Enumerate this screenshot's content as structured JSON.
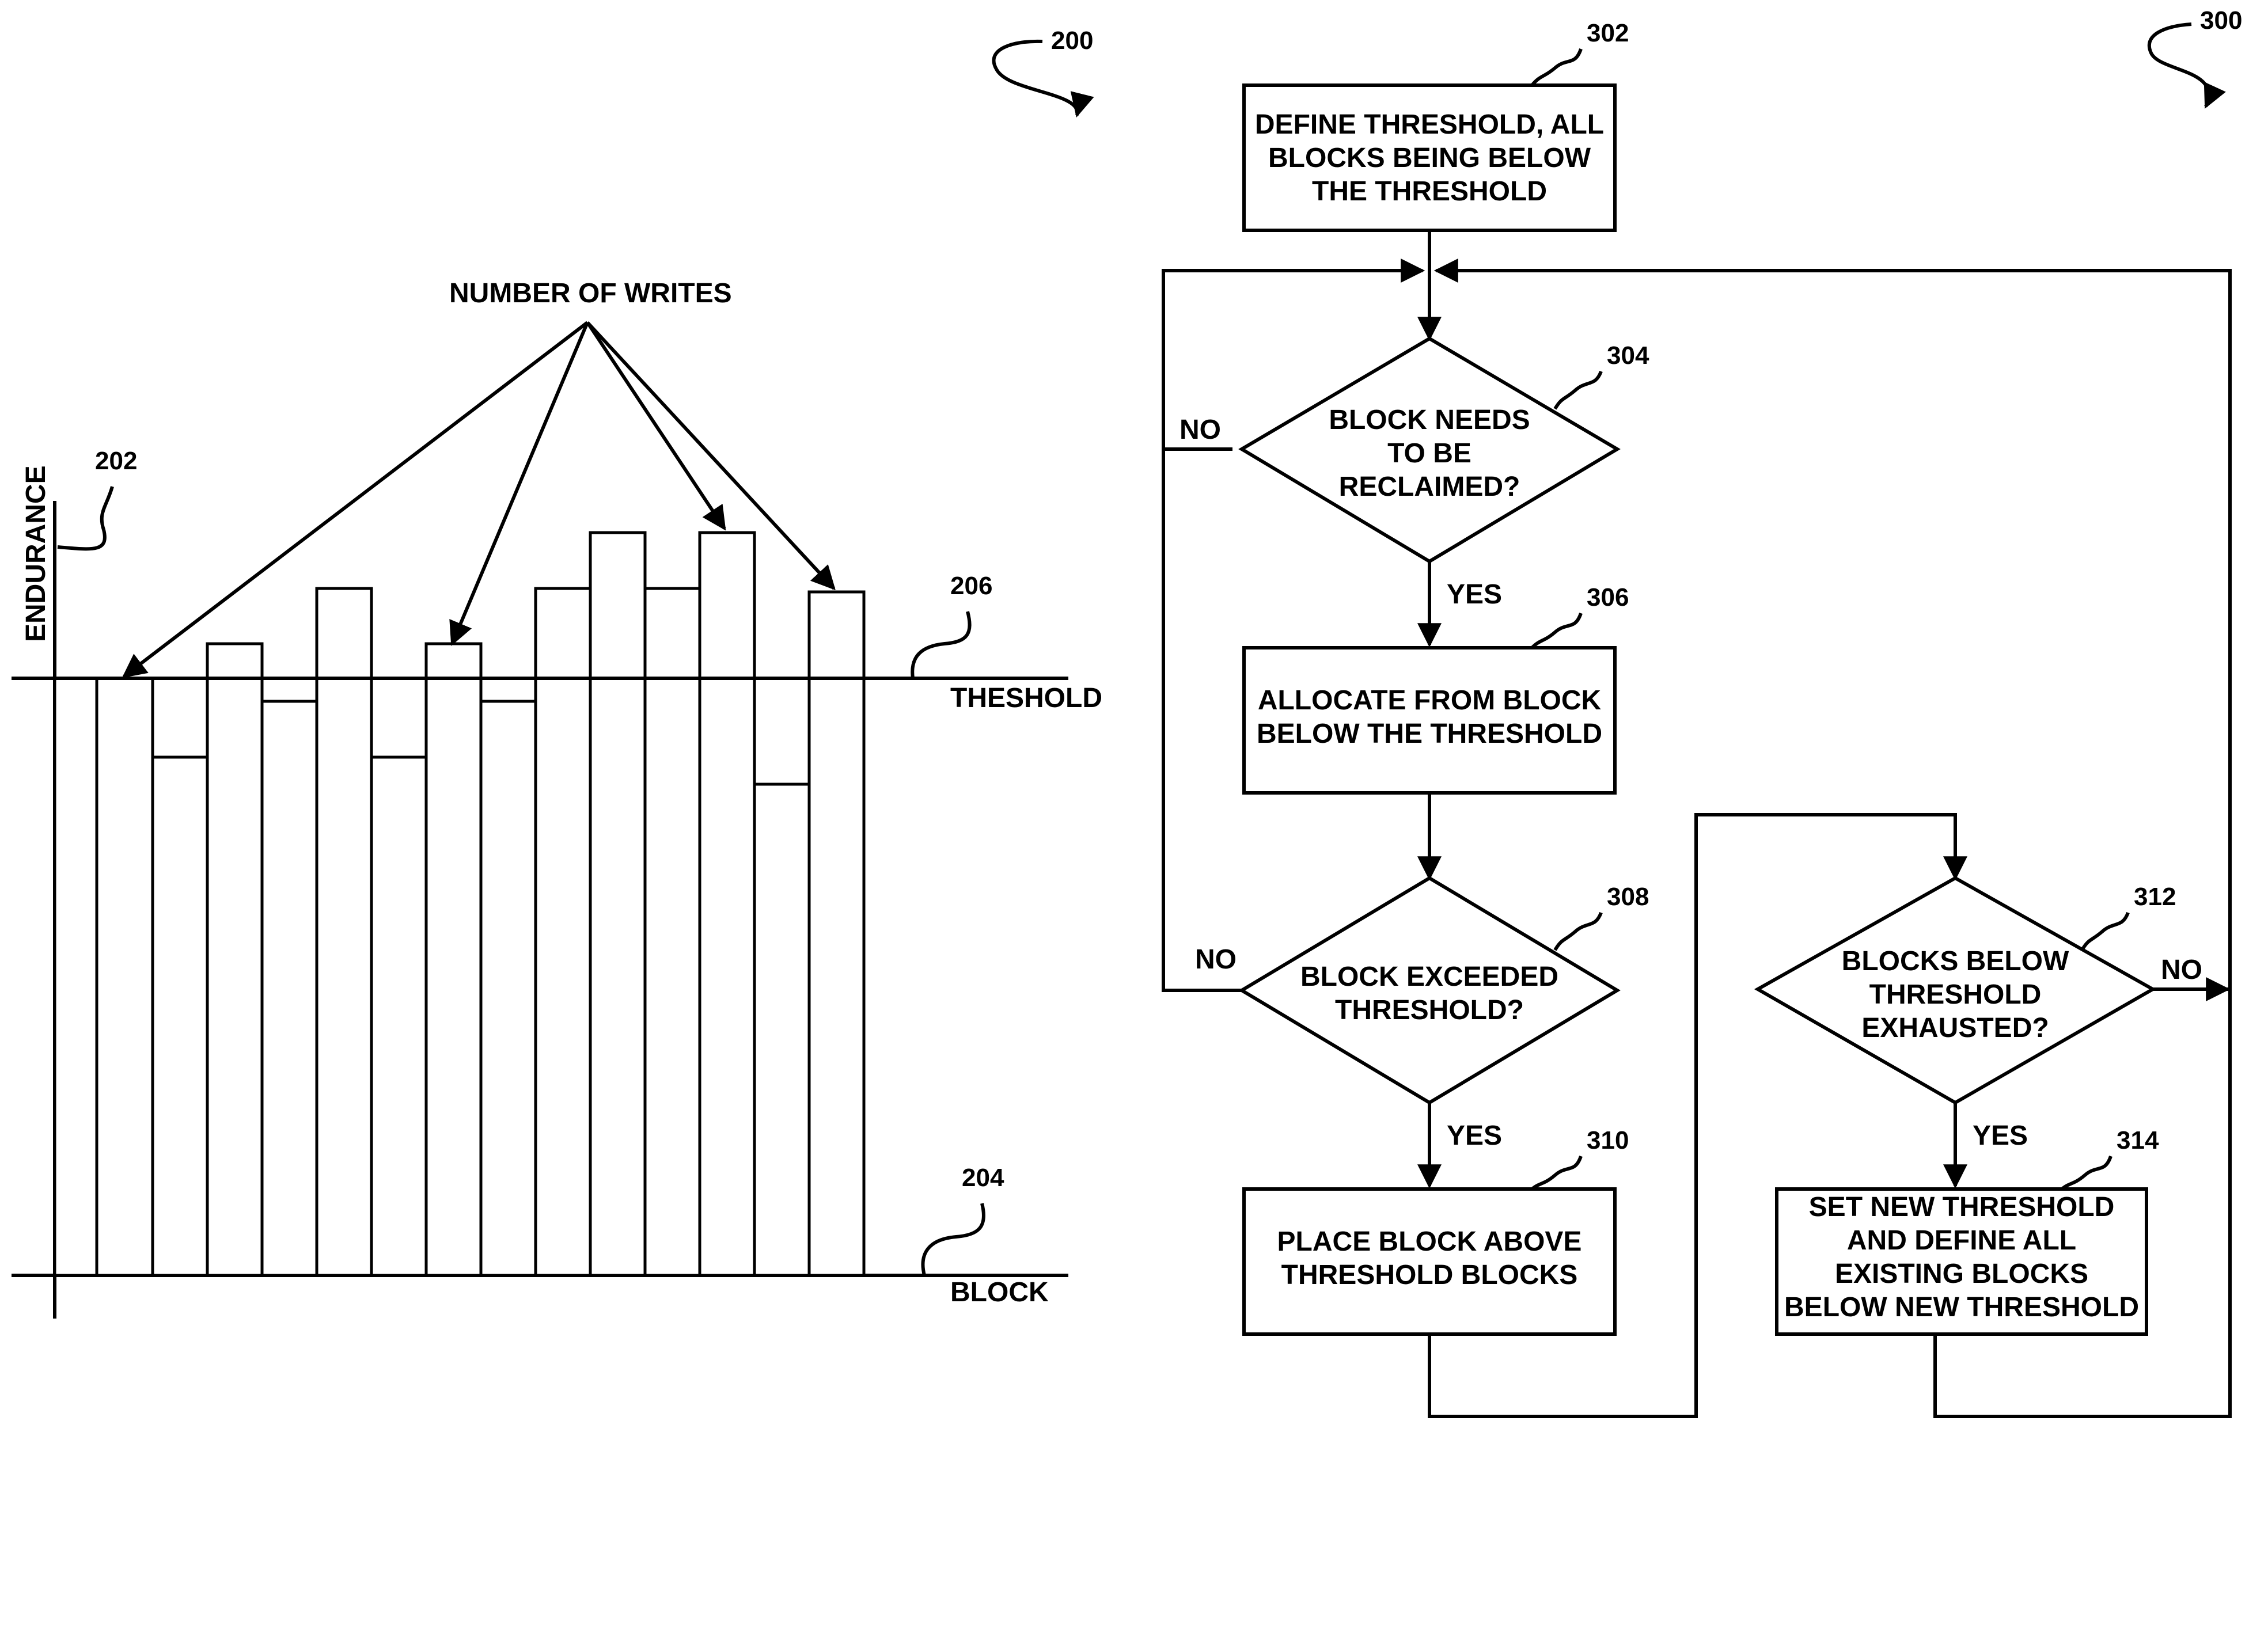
{
  "figure200": {
    "ref": "200",
    "annotation": "NUMBER OF WRITES",
    "axis_y_label": "ENDURANCE",
    "axis_x_label": "BLOCK",
    "threshold_label": "THESHOLD",
    "ref_axis_y": "202",
    "ref_axis_x": "204",
    "ref_threshold": "206"
  },
  "figure300": {
    "ref": "300",
    "steps": {
      "s302": {
        "ref": "302",
        "lines": [
          "DEFINE THRESHOLD, ALL",
          "BLOCKS BEING BELOW",
          "THE THRESHOLD"
        ]
      },
      "s304": {
        "ref": "304",
        "lines": [
          "BLOCK NEEDS",
          "TO BE",
          "RECLAIMED?"
        ]
      },
      "s306": {
        "ref": "306",
        "lines": [
          "ALLOCATE FROM BLOCK",
          "BELOW THE THRESHOLD"
        ]
      },
      "s308": {
        "ref": "308",
        "lines": [
          "BLOCK EXCEEDED",
          "THRESHOLD?"
        ]
      },
      "s310": {
        "ref": "310",
        "lines": [
          "PLACE BLOCK ABOVE",
          "THRESHOLD BLOCKS"
        ]
      },
      "s312": {
        "ref": "312",
        "lines": [
          "BLOCKS BELOW",
          "THRESHOLD",
          "EXHAUSTED?"
        ]
      },
      "s314": {
        "ref": "314",
        "lines": [
          "SET NEW THRESHOLD",
          "AND DEFINE ALL",
          "EXISTING BLOCKS",
          "BELOW NEW THRESHOLD"
        ]
      }
    },
    "edges": {
      "no_304": "NO",
      "yes_304": "YES",
      "no_308": "NO",
      "yes_308": "YES",
      "no_312": "NO",
      "yes_312": "YES"
    }
  }
}
